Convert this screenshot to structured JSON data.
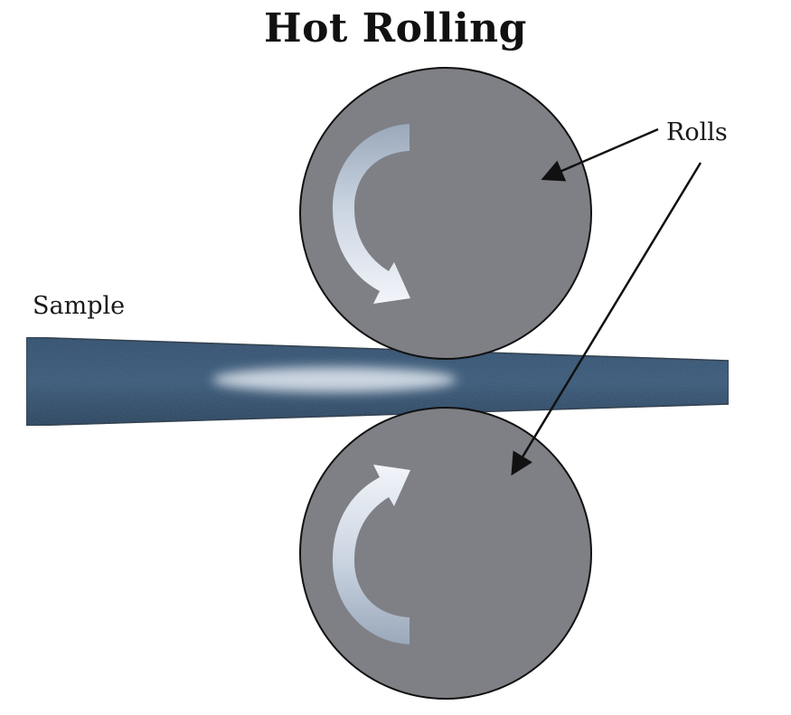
{
  "diagram": {
    "title": "Hot Rolling",
    "labels": {
      "sample": "Sample",
      "rolls": "Rolls"
    },
    "colors": {
      "roll_fill": "#7f8085",
      "roll_stroke": "#111111",
      "sample_dark": "#1f3650",
      "sample_mid": "#3a5878",
      "hot_zone": "#dfe6ee",
      "arrow_light": "#e6ecf4",
      "arrow_shaded": "#9aa8ba",
      "pointer_arrow": "#111111",
      "background": "#ffffff"
    },
    "icons": {
      "top_roll_rotation": "clockwise-arrow",
      "bottom_roll_rotation": "counterclockwise-arrow"
    }
  }
}
